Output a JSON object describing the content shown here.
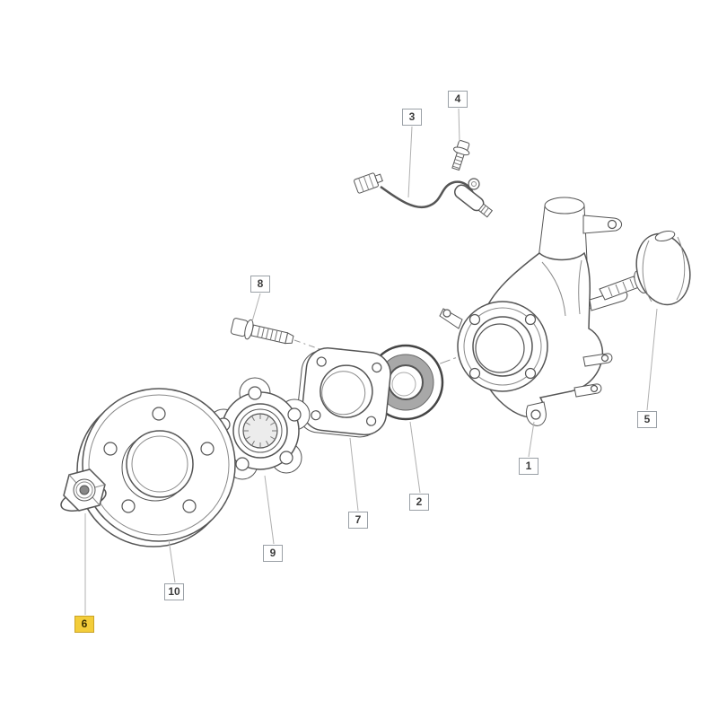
{
  "diagram": {
    "kind": "exploded-parts-diagram",
    "colors": {
      "background": "#ffffff",
      "line": "#555555",
      "leader": "#b0b0b0",
      "callout_border": "#9aa0a6",
      "highlight": "#f3cd3a"
    },
    "callouts": [
      {
        "label": "1",
        "part": "steering-knuckle",
        "highlighted": false
      },
      {
        "label": "2",
        "part": "wheel-bearing",
        "highlighted": false
      },
      {
        "label": "3",
        "part": "abs-sensor",
        "highlighted": false
      },
      {
        "label": "4",
        "part": "sensor-bolt",
        "highlighted": false
      },
      {
        "label": "5",
        "part": "ball-joint",
        "highlighted": false
      },
      {
        "label": "6",
        "part": "hub-nut",
        "highlighted": true
      },
      {
        "label": "7",
        "part": "bearing-retainer-plate",
        "highlighted": false
      },
      {
        "label": "8",
        "part": "hub-bolt",
        "highlighted": false
      },
      {
        "label": "9",
        "part": "wheel-hub",
        "highlighted": false
      },
      {
        "label": "10",
        "part": "disc-flange",
        "highlighted": false
      }
    ]
  }
}
